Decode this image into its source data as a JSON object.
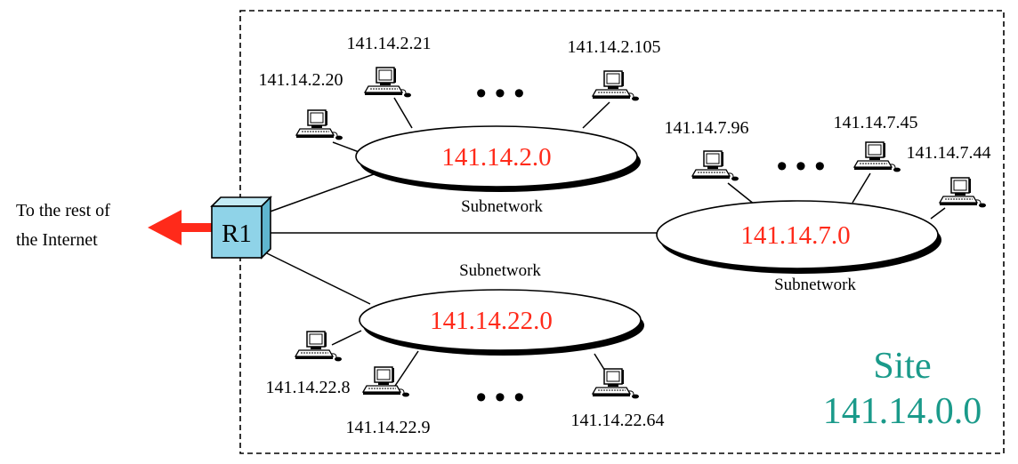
{
  "site": {
    "title": "Site",
    "address": "141.14.0.0",
    "color": "#1a9a8a"
  },
  "router": {
    "label": "R1",
    "color": "#8fd3e8",
    "icon": "router-box-icon"
  },
  "internet": {
    "line1": "To the rest of",
    "line2": "the Internet",
    "arrow_color": "#ff2a1a"
  },
  "network_color": "#ff2a1a",
  "subnets": [
    {
      "address": "141.14.2.0",
      "caption": "Subnetwork",
      "hosts": [
        "141.14.2.20",
        "141.14.2.21",
        "141.14.2.105"
      ],
      "ellipsis": "• • •"
    },
    {
      "address": "141.14.7.0",
      "caption": "Subnetwork",
      "hosts": [
        "141.14.7.96",
        "141.14.7.45",
        "141.14.7.44"
      ],
      "ellipsis": "• • •"
    },
    {
      "address": "141.14.22.0",
      "caption": "Subnetwork",
      "hosts": [
        "141.14.22.8",
        "141.14.22.9",
        "141.14.22.64"
      ],
      "ellipsis": "• • •"
    }
  ]
}
